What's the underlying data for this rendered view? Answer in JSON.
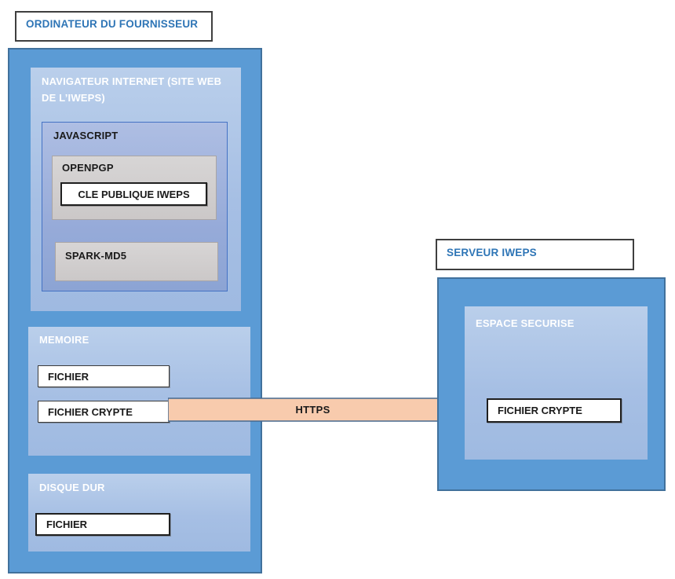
{
  "diagram": {
    "supplier": {
      "title": "ORDINATEUR DU FOURNISSEUR",
      "browser": {
        "title": "NAVIGATEUR INTERNET (SITE WEB DE L’IWEPS)",
        "javascript": {
          "title": "JAVASCRIPT",
          "openpgp": {
            "title": "OPENPGP",
            "key_label": "CLE PUBLIQUE IWEPS"
          },
          "spark": {
            "title": "SPARK-MD5"
          }
        }
      },
      "memory": {
        "title": "MEMOIRE",
        "file_label": "FICHIER",
        "encrypted_file_label": "FICHIER CRYPTE"
      },
      "disk": {
        "title": "DISQUE DUR",
        "file_label": "FICHIER"
      }
    },
    "server": {
      "title": "SERVEUR IWEPS",
      "secure_space": {
        "title": "ESPACE SECURISE",
        "encrypted_file_label": "FICHIER CRYPTE"
      }
    },
    "transfer": {
      "protocol_label": "HTTPS"
    },
    "colors": {
      "outer_blue": "#5B9BD5",
      "outer_blue_border": "#41719C",
      "panel_light_blue_top": "#BACFEB",
      "panel_light_blue_bottom": "#9FBAE1",
      "javascript_fill_top": "#AEBEE3",
      "javascript_fill_bottom": "#8CA4D4",
      "javascript_border": "#4472C4",
      "gray_fill_top": "#D7D5D5",
      "gray_fill_bottom": "#CBC8C8",
      "gray_border": "#A9A5A5",
      "arrow_fill": "#F8CBAD",
      "arrow_border": "#46698E",
      "title_text_blue": "#2E75B6",
      "label_border_dark": "#3F3F3F"
    }
  }
}
